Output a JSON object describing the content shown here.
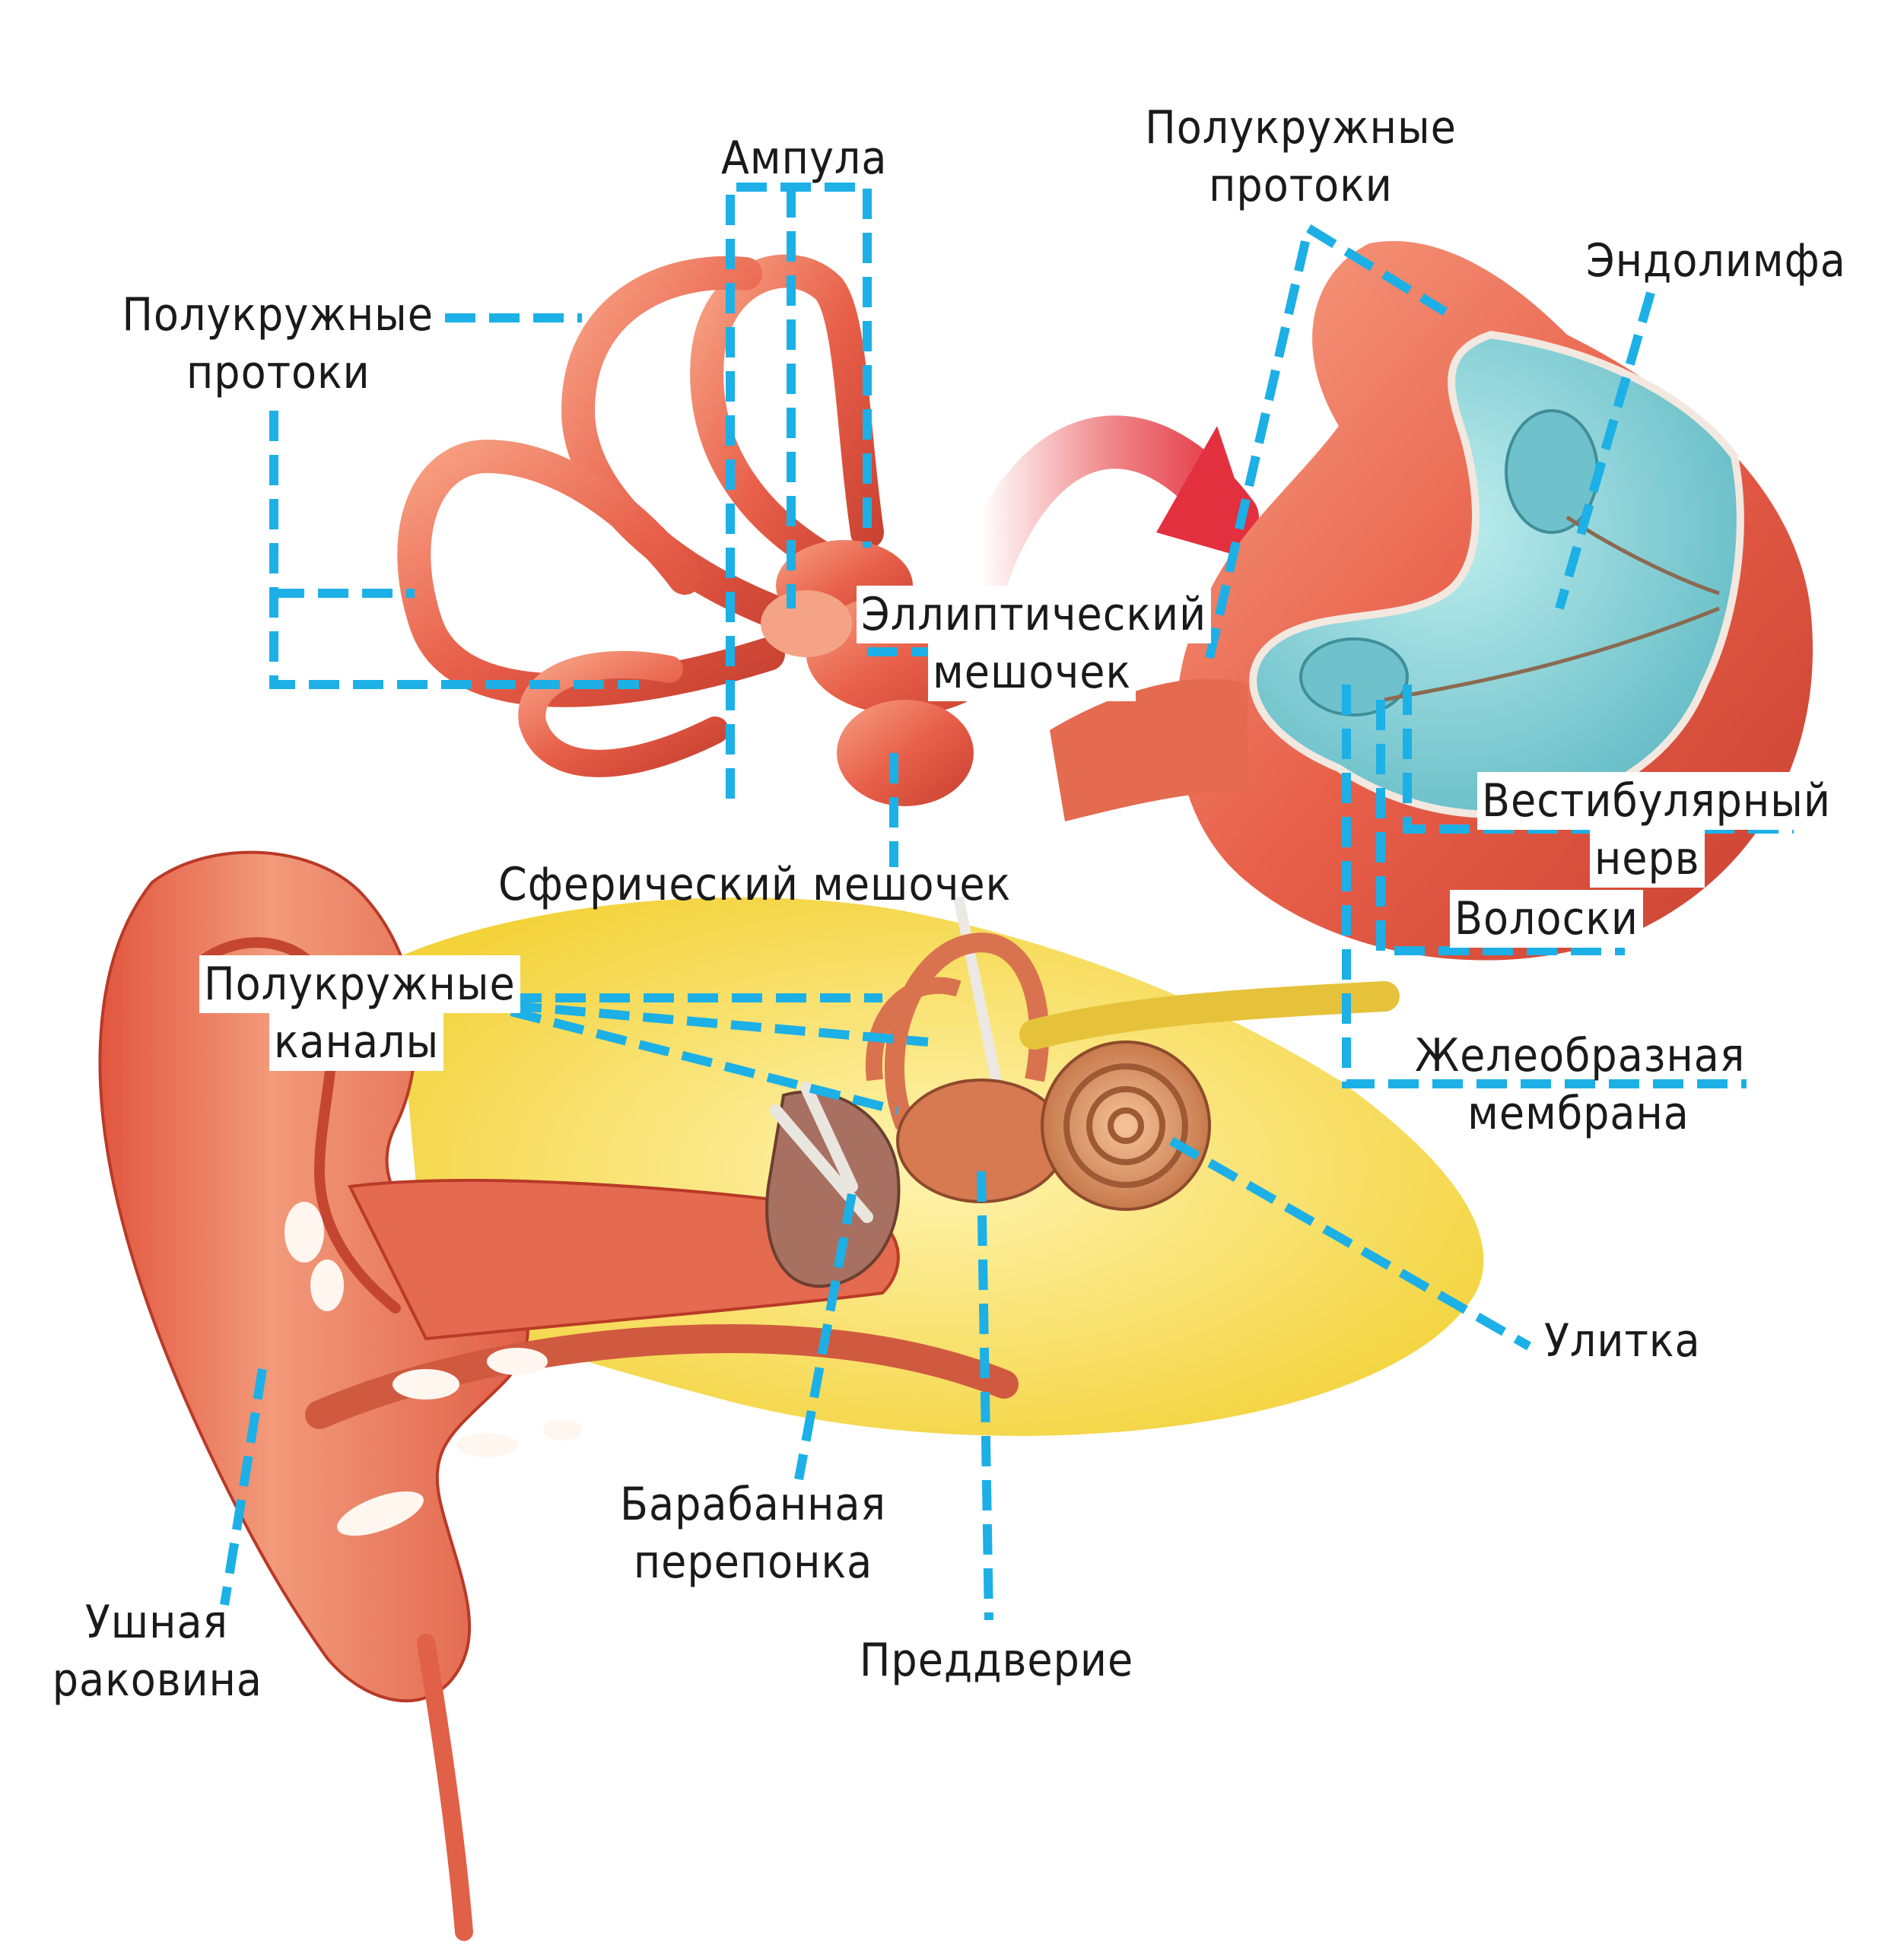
{
  "colors": {
    "leader": "#1cb0e6",
    "flesh": "#e8604a",
    "flesh_light": "#f4a386",
    "bone": "#f6dc50",
    "fluid": "#7fcfd6",
    "arrow": "#e23a46"
  },
  "labels": {
    "ampula": "Ампула",
    "ducts_left_1": "Полукружные",
    "ducts_left_2": "протоки",
    "ducts_right_1": "Полукружные",
    "ducts_right_2": "протоки",
    "endolymph": "Эндолимфа",
    "utricle_1": "Эллиптический",
    "utricle_2": "мешочек",
    "saccule": "Сферический мешочек",
    "vest_nerve_1": "Вестибулярный",
    "vest_nerve_2": "нерв",
    "hairs": "Волоски",
    "canals_1": "Полукружные",
    "canals_2": "каналы",
    "membrane_1": "Желеобразная",
    "membrane_2": "мембрана",
    "cochlea": "Улитка",
    "eardrum_1": "Барабанная",
    "eardrum_2": "перепонка",
    "vestibule": "Преддверие",
    "auricle_1": "Ушная",
    "auricle_2": "раковина"
  }
}
